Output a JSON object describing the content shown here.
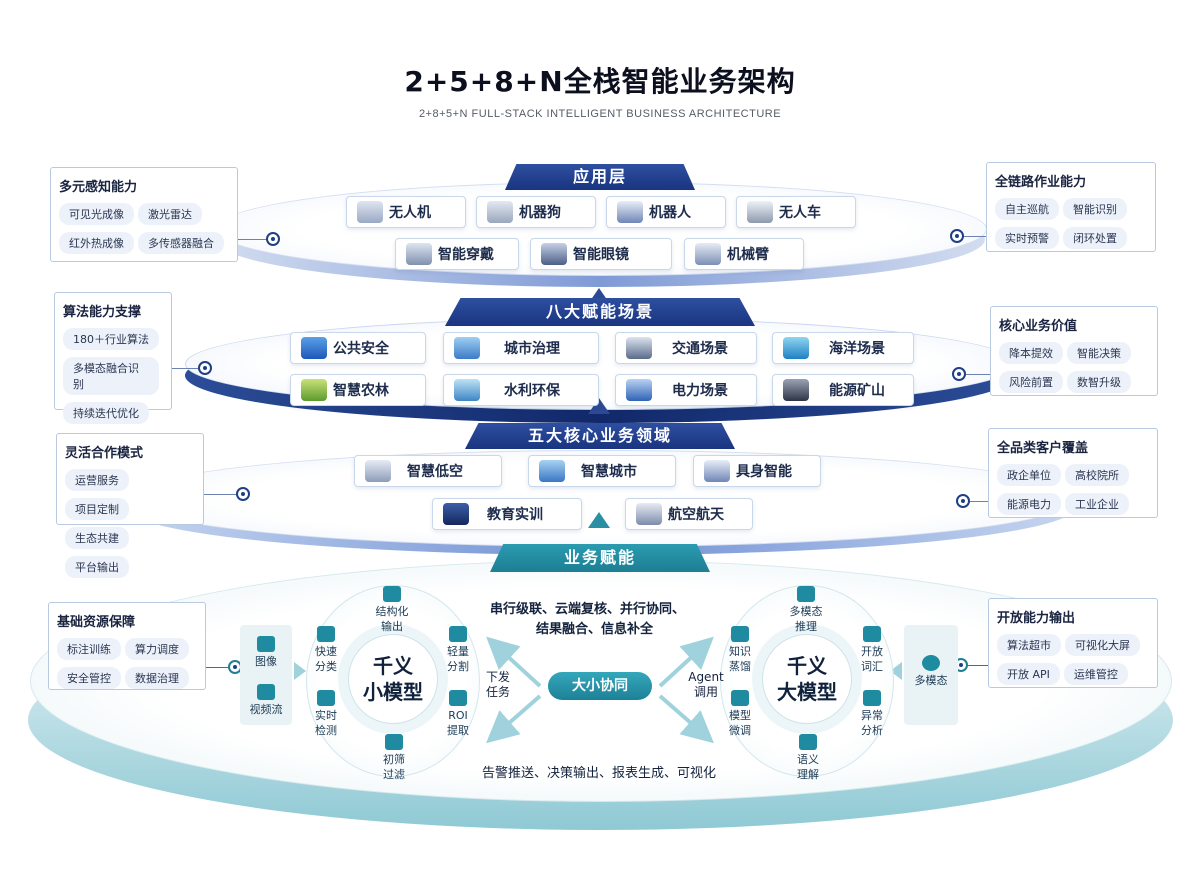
{
  "header": {
    "title": "2+5+8+N全栈智能业务架构",
    "subtitle": "2+8+5+N FULL-STACK INTELLIGENT BUSINESS ARCHITECTURE"
  },
  "app_layer": {
    "label": "应用层",
    "items": [
      "无人机",
      "机器狗",
      "机器人",
      "无人车",
      "智能穿戴",
      "智能眼镜",
      "机械臂"
    ]
  },
  "scenes_layer": {
    "label": "八大赋能场景",
    "items": [
      "公共安全",
      "城市治理",
      "交通场景",
      "海洋场景",
      "智慧农林",
      "水利环保",
      "电力场景",
      "能源矿山"
    ]
  },
  "core_layer": {
    "label": "五大核心业务领域",
    "items": [
      "智慧低空",
      "智慧城市",
      "具身智能",
      "教育实训",
      "航空航天"
    ]
  },
  "biz_layer": {
    "label": "业务赋能",
    "flow_top": "串行级联、云端复核、并行协同、",
    "flow_top2": "结果融合、信息补全",
    "flow_bottom": "告警推送、决策输出、报表生成、可视化",
    "center": "大小协同",
    "down_left": "下发",
    "down_left2": "任务",
    "agent": "Agent",
    "agent2": "调用",
    "small_model": {
      "line1": "千义",
      "line2": "小模型"
    },
    "big_model": {
      "line1": "千义",
      "line2": "大模型"
    },
    "small_nodes": [
      {
        "a": "结构化",
        "b": "输出"
      },
      {
        "a": "轻量",
        "b": "分割"
      },
      {
        "a": "ROI",
        "b": "提取"
      },
      {
        "a": "初筛",
        "b": "过滤"
      },
      {
        "a": "实时",
        "b": "检测"
      },
      {
        "a": "快速",
        "b": "分类"
      }
    ],
    "big_nodes": [
      {
        "a": "多模态",
        "b": "推理"
      },
      {
        "a": "开放",
        "b": "词汇"
      },
      {
        "a": "异常",
        "b": "分析"
      },
      {
        "a": "语义",
        "b": "理解"
      },
      {
        "a": "模型",
        "b": "微调"
      },
      {
        "a": "知识",
        "b": "蒸馏"
      }
    ],
    "inputs_left": [
      "图像",
      "视频流"
    ],
    "input_right": "多模态"
  },
  "left_boxes": [
    {
      "title": "多元感知能力",
      "chips": [
        "可见光成像",
        "激光雷达",
        "红外热成像",
        "多传感器融合"
      ]
    },
    {
      "title": "算法能力支撑",
      "chips": [
        "180＋行业算法",
        "多模态融合识别",
        "持续迭代优化"
      ]
    },
    {
      "title": "灵活合作模式",
      "chips": [
        "运营服务",
        "项目定制",
        "生态共建",
        "平台输出"
      ]
    },
    {
      "title": "基础资源保障",
      "chips": [
        "标注训练",
        "算力调度",
        "安全管控",
        "数据治理"
      ]
    }
  ],
  "right_boxes": [
    {
      "title": "全链路作业能力",
      "chips": [
        "自主巡航",
        "智能识别",
        "实时预警",
        "闭环处置"
      ]
    },
    {
      "title": "核心业务价值",
      "chips": [
        "降本提效",
        "智能决策",
        "风险前置",
        "数智升级"
      ]
    },
    {
      "title": "全品类客户覆盖",
      "chips": [
        "政企单位",
        "高校院所",
        "能源电力",
        "工业企业"
      ]
    },
    {
      "title": "开放能力输出",
      "chips": [
        "算法超市",
        "可视化大屏",
        "开放 API",
        "运维管控"
      ]
    }
  ],
  "colors": {
    "navy": "#1d3b84",
    "teal": "#1f8fa3",
    "ring": "#dfe8f6"
  }
}
